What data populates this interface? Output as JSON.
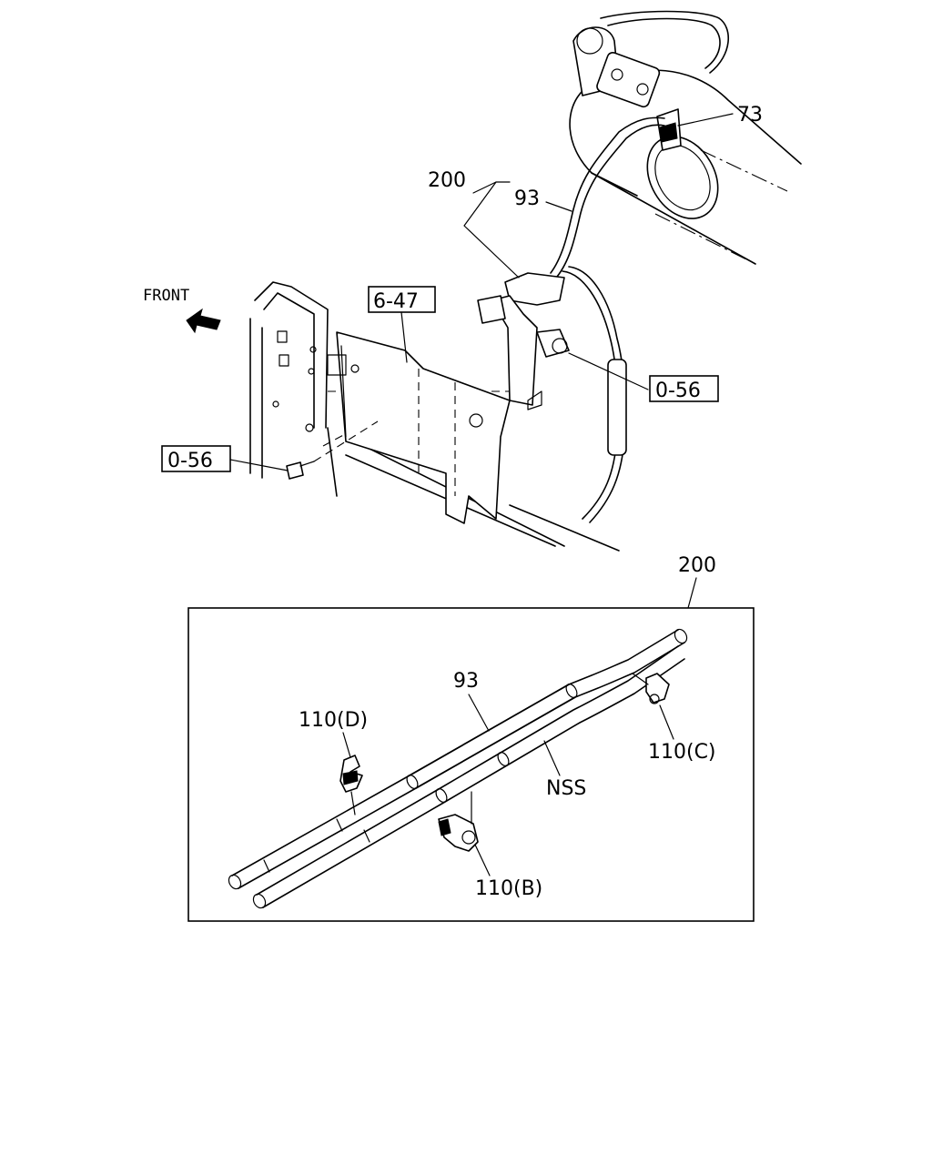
{
  "labels": {
    "front": "FRONT",
    "part_73": "73",
    "part_200_top": "200",
    "part_93_top": "93",
    "ref_6_47": "6-47",
    "ref_0_56_right": "0-56",
    "ref_0_56_left": "0-56",
    "part_200_detail": "200",
    "part_93_detail": "93",
    "part_110_d": "110(D)",
    "part_110_c": "110(C)",
    "part_nss": "NSS",
    "part_110_b": "110(B)"
  }
}
